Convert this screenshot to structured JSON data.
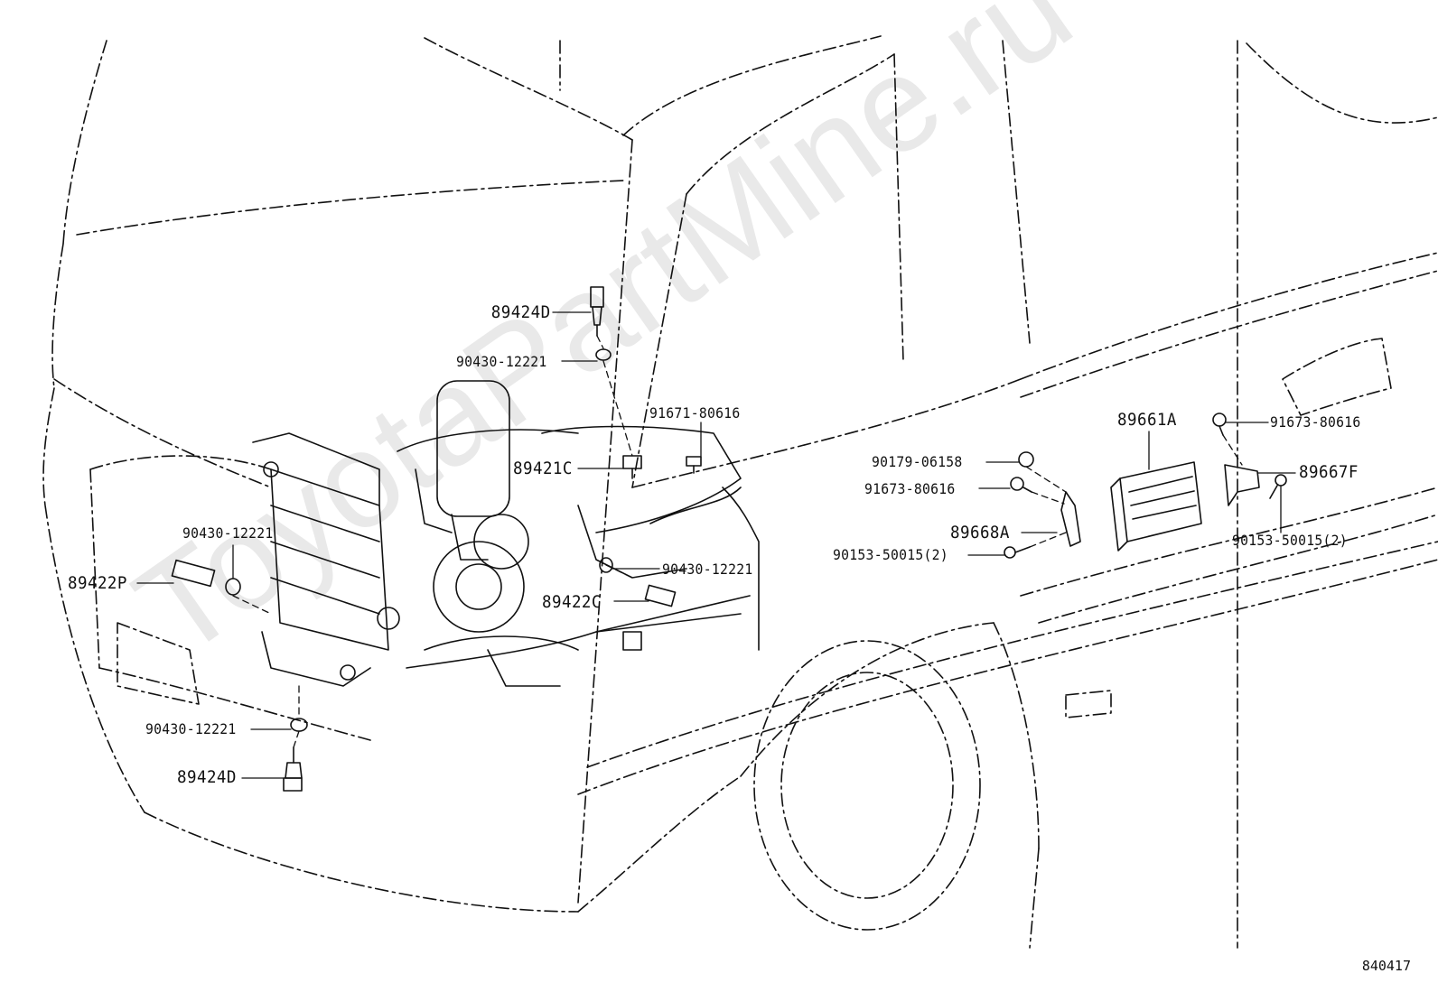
{
  "watermark": "ToyotaPartMine.ru",
  "diagram_code": "840417",
  "callouts": {
    "p89424D_top": "89424D",
    "p90430_top": "90430-12221",
    "p91671": "91671-80616",
    "p89421C": "89421C",
    "p90430_left": "90430-12221",
    "p89422P": "89422P",
    "p90430_mid": "90430-12221",
    "p89422C": "89422C",
    "p90430_bottom": "90430-12221",
    "p89424D_bottom": "89424D",
    "p89661A": "89661A",
    "p90179": "90179-06158",
    "p91673_left": "91673-80616",
    "p89668A": "89668A",
    "p90153_left": "90153-50015(2)",
    "p91673_right": "91673-80616",
    "p89667F": "89667F",
    "p90153_right": "90153-50015(2)"
  },
  "colors": {
    "line": "#111111",
    "watermark": "#e9e9e9"
  }
}
